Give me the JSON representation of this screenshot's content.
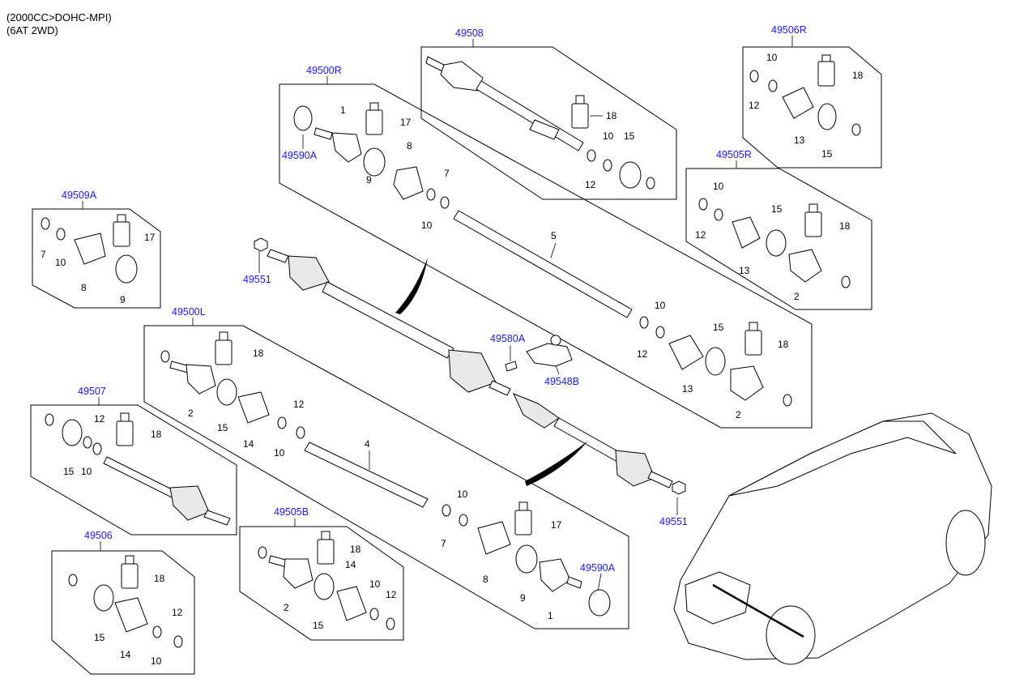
{
  "header": {
    "line1": "(2000CC>DOHC-MPI)",
    "line2": "(6AT 2WD)"
  },
  "assembly_codes": {
    "a49508": "49508",
    "a49506R": "49506R",
    "a49500R": "49500R",
    "a49505R": "49505R",
    "a49509A": "49509A",
    "a49590A_top": "49590A",
    "a49551_left": "49551",
    "a49500L": "49500L",
    "a49580A": "49580A",
    "a49548B": "49548B",
    "a49507": "49507",
    "a49551_right": "49551",
    "a49505B": "49505B",
    "a49506": "49506",
    "a49590A_bottom": "49590A"
  },
  "part_numbers": {
    "n1a": "1",
    "n17a": "17",
    "n8a": "8",
    "n7a": "7",
    "n9a": "9",
    "n10a": "10",
    "n18a": "18",
    "n10b": "10",
    "n15a": "15",
    "n12a": "12",
    "n10c": "10",
    "n18b": "18",
    "n12b": "12",
    "n13a": "13",
    "n15b": "15",
    "n10d": "10",
    "n15c": "15",
    "n18c": "18",
    "n12c": "12",
    "n13b": "13",
    "n2a": "2",
    "n5": "5",
    "n10e": "10",
    "n15d": "15",
    "n18d": "18",
    "n12d": "12",
    "n13c": "13",
    "n2b": "2",
    "n7b": "7",
    "n17b": "17",
    "n10f": "10",
    "n8b": "8",
    "n9b": "9",
    "n18e": "18",
    "n2c": "2",
    "n15e": "15",
    "n14a": "14",
    "n10g": "10",
    "n12e": "12",
    "n4": "4",
    "n12f": "12",
    "n18f": "18",
    "n15f": "15",
    "n10h": "10",
    "n10i": "10",
    "n7c": "7",
    "n17c": "17",
    "n8c": "8",
    "n9c": "9",
    "n1b": "1",
    "n18g": "18",
    "n14b": "14",
    "n10j": "10",
    "n12g": "12",
    "n2d": "2",
    "n15g": "15",
    "n18h": "18",
    "n12h": "12",
    "n15h": "15",
    "n14c": "14",
    "n10k": "10"
  },
  "icons": [
    "vehicle-illustration-icon",
    "drive-shaft-icon",
    "boot-icon",
    "grease-tube-icon",
    "circlip-icon",
    "band-icon",
    "joint-icon",
    "nut-icon",
    "bracket-icon"
  ]
}
